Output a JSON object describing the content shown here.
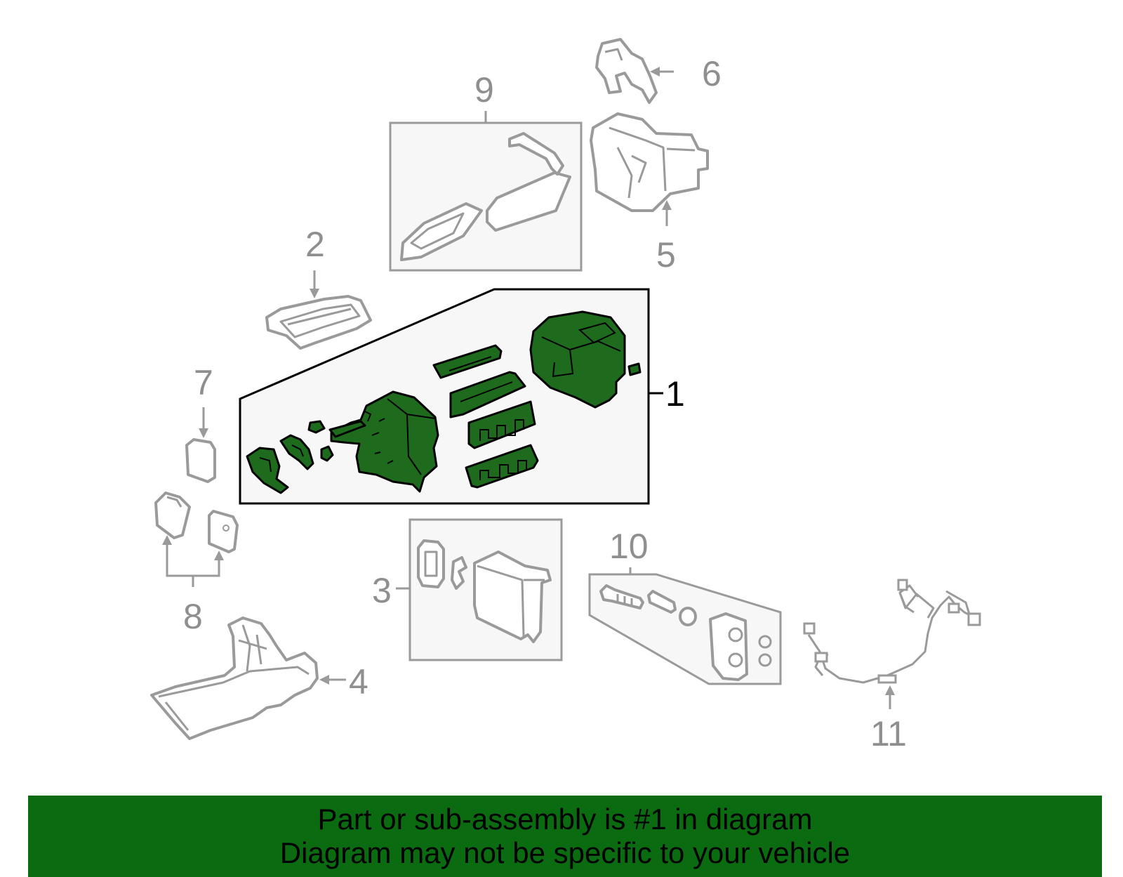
{
  "callouts": {
    "c1": "1",
    "c2": "2",
    "c3": "3",
    "c4": "4",
    "c5": "5",
    "c6": "6",
    "c7": "7",
    "c8": "8",
    "c9": "9",
    "c10": "10",
    "c11": "11"
  },
  "banner": {
    "line1": "Part or sub-assembly is #1 in diagram",
    "line2": "Diagram may not be specific to your vehicle"
  },
  "colors": {
    "highlight": "#1e6b1e",
    "banner": "#0a6b10",
    "ghost": "#9a9a9a"
  }
}
